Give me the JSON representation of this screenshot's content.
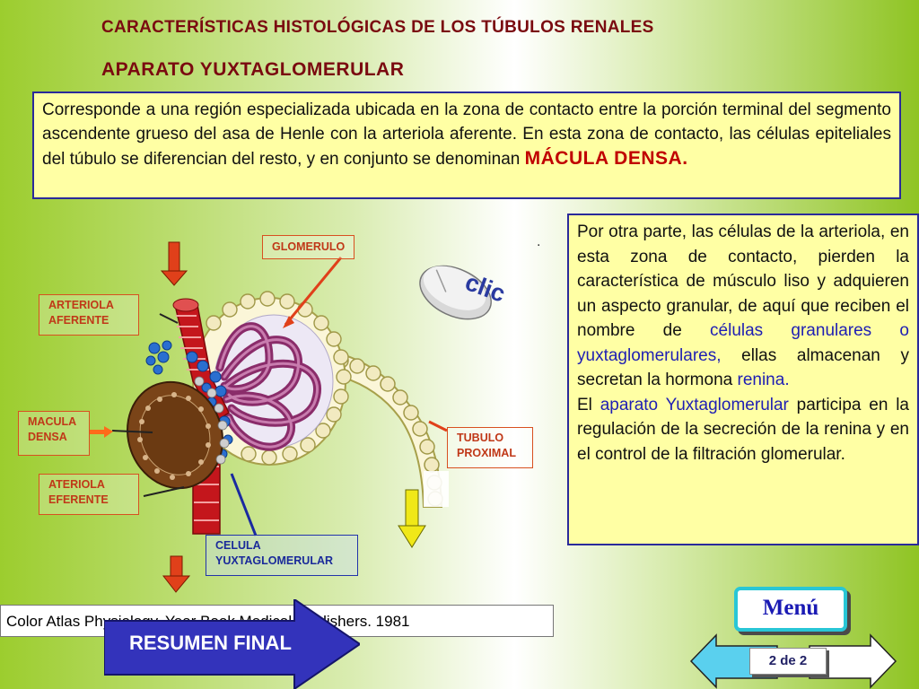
{
  "heading": {
    "title": "CARACTERÍSTICAS HISTOLÓGICAS DE LOS TÚBULOS RENALES",
    "subtitle": "APARATO  YUXTAGLOMERULAR"
  },
  "intro": {
    "text": "Corresponde a una región especializada ubicada en la zona de contacto entre la porción terminal del segmento ascendente grueso del asa de Henle con la arteriola aferente. En esta zona de contacto, las células epiteliales del túbulo se diferencian del resto, y en conjunto se denominan ",
    "highlight": "MÁCULA DENSA."
  },
  "side_text": {
    "p1": "Por otra parte, las células de la arteriola, en esta zona de contacto, pierden la característica de músculo liso y adquieren un aspecto granular, de aquí que reciben el nombre de ",
    "term1": "células granulares o yuxtaglomerulares,",
    "p2": " ellas almacenan y secretan la hormona ",
    "term2": "renina.",
    "p3": "El ",
    "term3": "aparato Yuxtaglomerular",
    "p4": " participa en la regulación de la secreción de la renina y en el control de la filtración glomerular."
  },
  "labels": {
    "glomerulo": "GLOMERULO",
    "arteriola_aferente_1": "ARTERIOLA",
    "arteriola_aferente_2": "AFERENTE",
    "macula_densa_1": "MACULA",
    "macula_densa_2": "DENSA",
    "ateriola_eferente_1": "ATERIOLA",
    "ateriola_eferente_2": "EFERENTE",
    "tubulo_proximal_1": "TUBULO",
    "tubulo_proximal_2": "PROXIMAL",
    "celula_yuxta_1": "CELULA",
    "celula_yuxta_2": "YUXTAGLOMERULAR"
  },
  "clic_button": "clic",
  "citation": "Color Atlas Physiology. Year Book Medical Publishers. 1981",
  "summary_button": "RESUMEN FINAL",
  "menu_button": "Menú",
  "pager": "2 de 2",
  "dot": ".",
  "colors": {
    "title": "#7a0a10",
    "box_fill": "#ffffa4",
    "box_border": "#2a2a9a",
    "highlight": "#c00000",
    "term": "#1e1eb4",
    "label_red": "#c03818",
    "label_blue": "#1a2a9a"
  }
}
